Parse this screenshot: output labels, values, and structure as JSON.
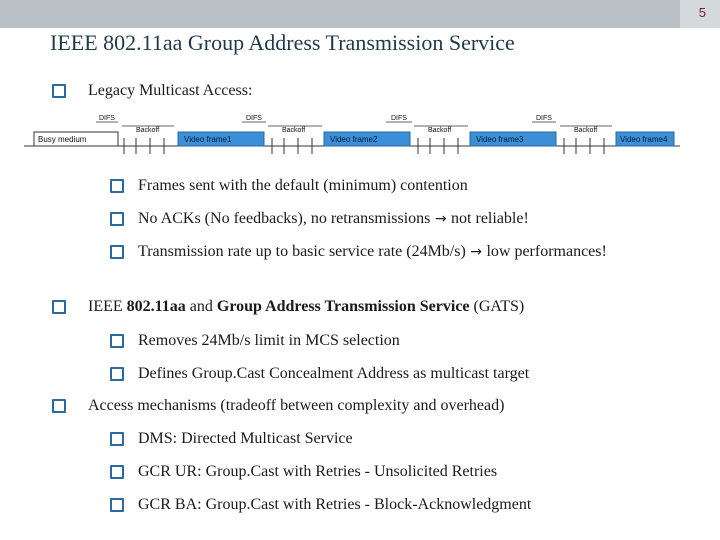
{
  "page_number": "5",
  "title": "IEEE 802.11aa Group Address Transmission Service",
  "bullets": {
    "legacy": "Legacy Multicast Access:",
    "sub1": "Frames sent with the default (minimum) contention",
    "sub2_a": "No ACKs (No feedbacks), no retransmissions",
    "sub2_b": "not reliable!",
    "sub3_a": "Transmission rate up to basic service rate (24Mb/s)",
    "sub3_b": "low performances!",
    "ieee_a": "IEEE",
    "ieee_b": "802.11aa",
    "ieee_c": "and",
    "ieee_d": "Group Address Transmission Service",
    "ieee_e": "(GATS)",
    "ieee_sub1": "Removes 24Mb/s limit in MCS selection",
    "ieee_sub2": "Defines Group.Cast Concealment Address as multicast target",
    "access": "Access mechanisms (tradeoff between complexity and overhead)",
    "access_sub1": "DMS: Directed Multicast Service",
    "access_sub2": "GCR UR: Group.Cast with Retries - Unsolicited Retries",
    "access_sub3": "GCR BA: Group.Cast with Retries - Block-Acknowledgment"
  },
  "diagram": {
    "busy": "Busy medium",
    "difs": "DIFS",
    "backoff": "Backoff",
    "frame1": "Video frame1",
    "frame2": "Video frame2",
    "frame3": "Video frame3",
    "frame4": "Video frame4"
  },
  "colors": {
    "bullet_box": "#2a6aa0",
    "frame_fill": "#3a8fd6",
    "title": "#1f3a4d"
  }
}
